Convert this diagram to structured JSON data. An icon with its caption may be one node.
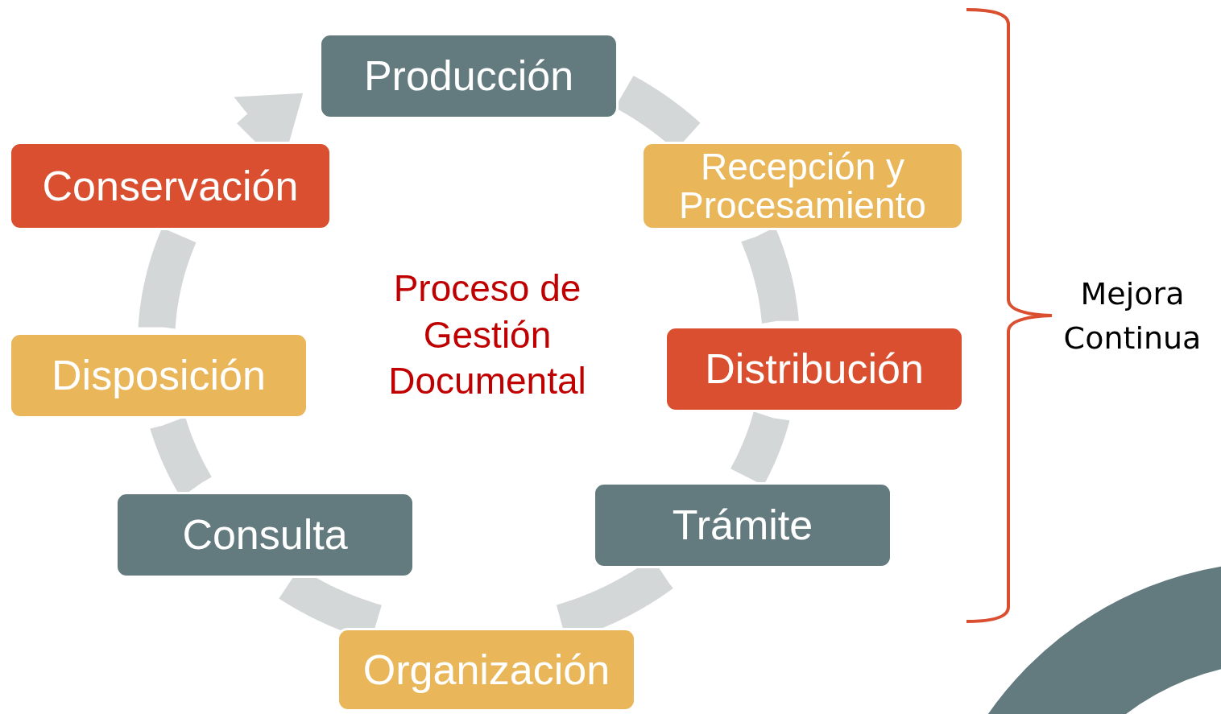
{
  "diagram": {
    "nodes": [
      {
        "text": [
          "Producción"
        ]
      },
      {
        "text": [
          "Recepción y Procesamiento"
        ]
      },
      {
        "text": [
          "Distribución"
        ]
      },
      {
        "text": [
          "Trámite"
        ]
      },
      {
        "text": [
          "Organización"
        ]
      },
      {
        "text": [
          "Consulta"
        ]
      },
      {
        "text": [
          "Disposición"
        ]
      },
      {
        "text": [
          "Conservación"
        ]
      }
    ],
    "edges": [
      {
        "from": 0,
        "to": 1,
        "arrow": "none"
      },
      {
        "from": 1,
        "to": 2,
        "arrow": "none"
      },
      {
        "from": 2,
        "to": 3,
        "arrow": "none"
      },
      {
        "from": 3,
        "to": 4,
        "arrow": "none"
      },
      {
        "from": 4,
        "to": 5,
        "arrow": "none"
      },
      {
        "from": 5,
        "to": 6,
        "arrow": "none"
      },
      {
        "from": 6,
        "to": 7,
        "arrow": "none"
      },
      {
        "from": 7,
        "to": 0,
        "arrow": "to"
      }
    ],
    "labels": [
      "Proceso de Gestión Documental",
      "Mejora Continua"
    ]
  }
}
